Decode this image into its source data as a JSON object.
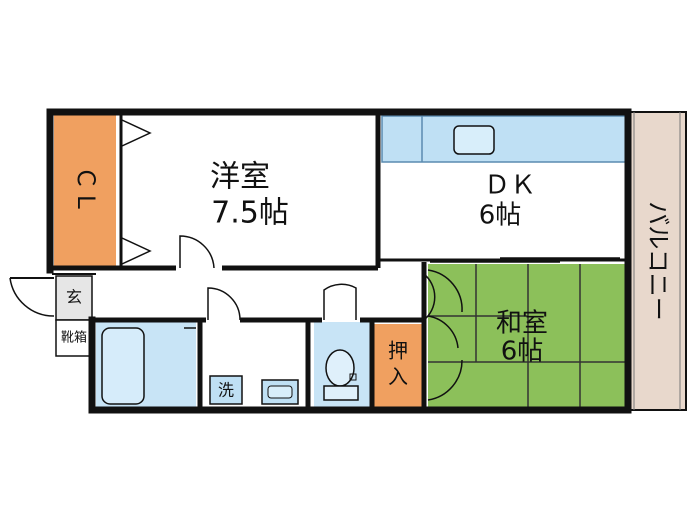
{
  "rooms": {
    "western": {
      "name": "洋室",
      "size": "7.5帖"
    },
    "dk": {
      "name": "ＤＫ",
      "size": "6帖"
    },
    "japanese": {
      "name": "和室",
      "size": "6帖"
    },
    "closet": {
      "name": "ＣＬ"
    },
    "oshiire": {
      "name_line1": "押",
      "name_line2": "入"
    },
    "genkan": {
      "name": "玄"
    },
    "shoe_box": {
      "name": "靴箱"
    },
    "washer": {
      "name": "洗"
    },
    "balcony": {
      "name": "バルコニー"
    }
  },
  "colors": {
    "wall": "#111111",
    "closet": "#f0a060",
    "tatami": "#8cc05a",
    "bath": "#c8e4f6",
    "balcony": "#e8d8cc",
    "genkan": "#e6e6e6",
    "background": "#ffffff"
  },
  "icons": [
    "kitchen-counter-icon",
    "sink-icon",
    "bathtub-icon",
    "toilet-icon",
    "washbasin-icon",
    "door-swing-icon"
  ]
}
